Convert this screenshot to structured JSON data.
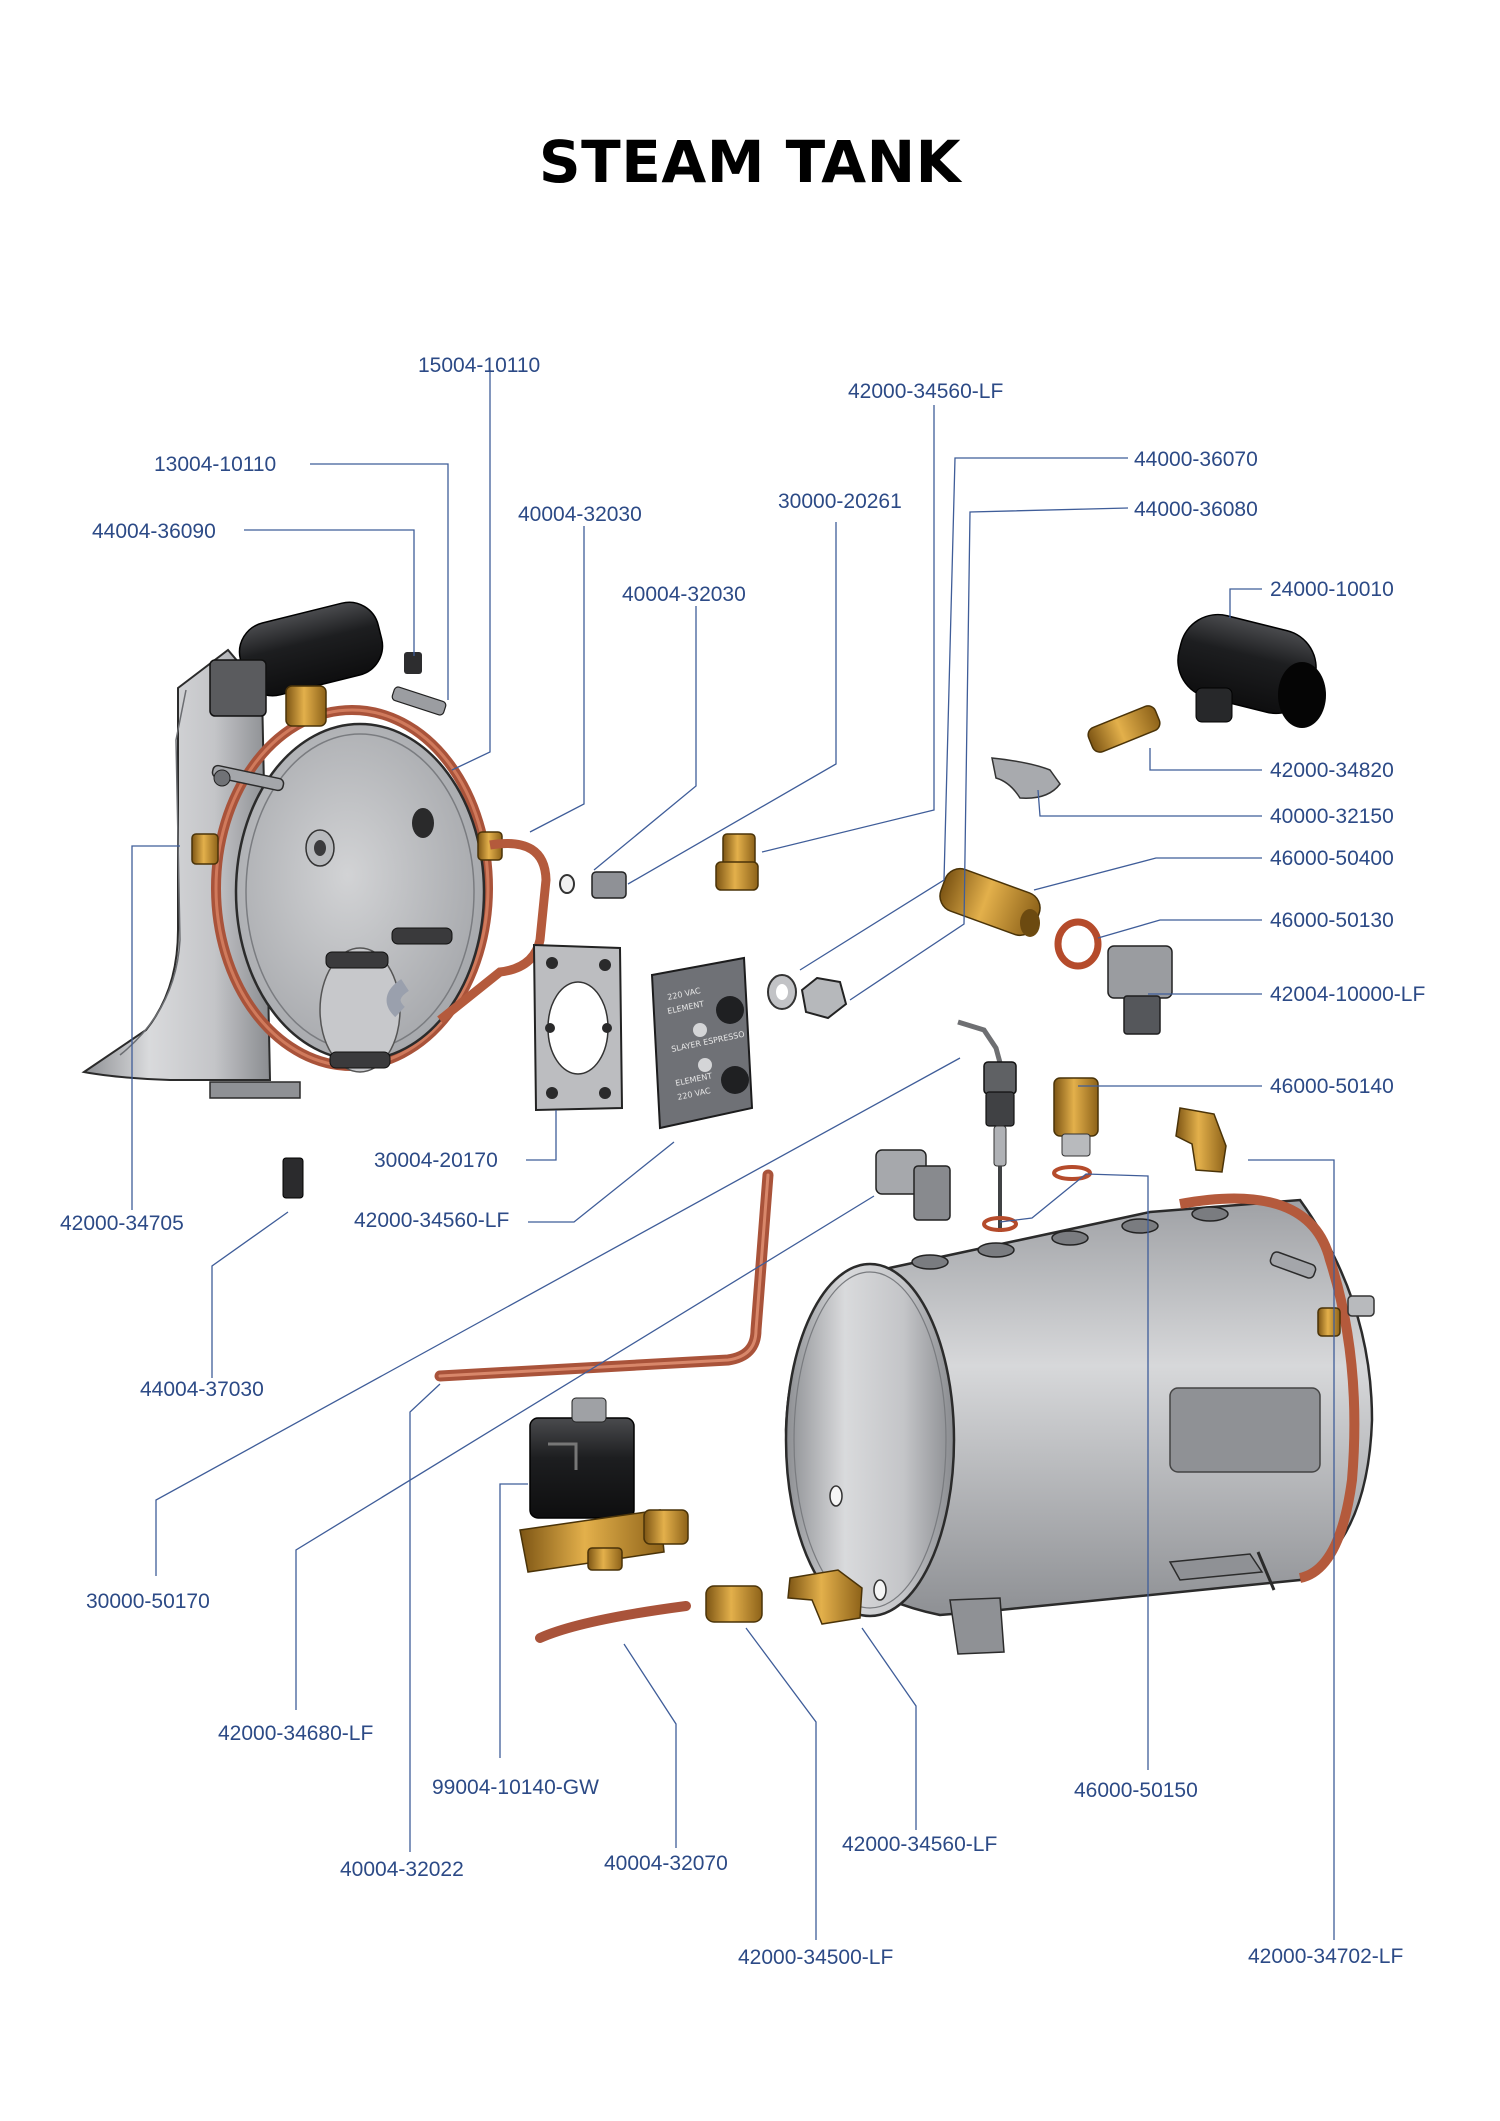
{
  "title": "STEAM TANK",
  "colors": {
    "label": "#2c4a86",
    "leader": "#3f5d99",
    "copper": "#b45a3c",
    "brass": "#c8922e",
    "steel": "#c9cacd",
    "dark_plastic": "#232426"
  },
  "part_numbers": [
    "15004-10110",
    "42000-34560-LF",
    "44000-36070",
    "13004-10110",
    "40004-32030",
    "30000-20261",
    "44000-36080",
    "44004-36090",
    "40004-32030",
    "24000-10010",
    "42000-34820",
    "40000-32150",
    "46000-50400",
    "46000-50130",
    "42004-10000-LF",
    "46000-50140",
    "30004-20170",
    "42000-34705",
    "42000-34560-LF",
    "44004-37030",
    "30000-50170",
    "42000-34680-LF",
    "99004-10140-GW",
    "46000-50150",
    "42000-34560-LF",
    "40004-32070",
    "40004-32022",
    "42000-34500-LF",
    "42000-34702-LF"
  ],
  "element_plate_text": [
    "220 VAC",
    "ELEMENT",
    "SLAYER ESPRESSO",
    "ELEMENT",
    "220 VAC"
  ]
}
